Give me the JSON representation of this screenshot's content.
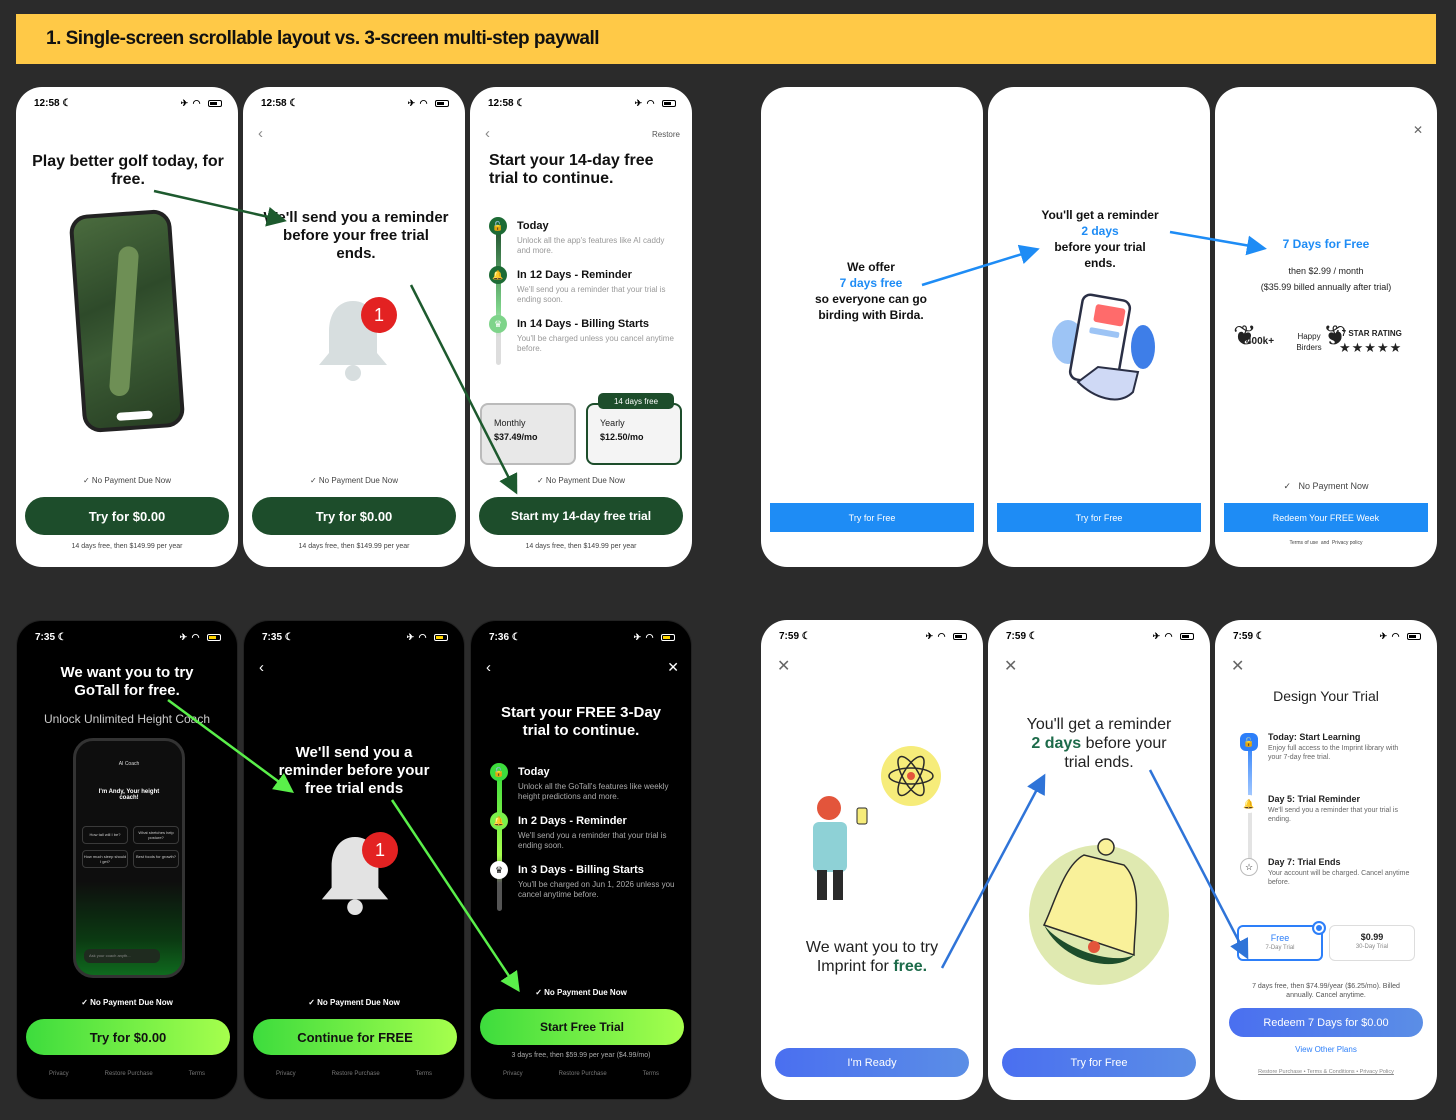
{
  "banner": {
    "title": "1. Single-screen scrollable layout vs. 3-screen multi-step paywall"
  },
  "colors": {
    "golf_green": "#1d4d2b",
    "gotall_green": "#4be34b",
    "birda_blue": "#1e8cf5",
    "imprint_blue": "#4a6ff0",
    "banner": "#ffc947"
  },
  "golf": {
    "time": "12:58",
    "s1": {
      "headline": "Play better golf today, for free.",
      "note": "No Payment Due Now",
      "cta": "Try for $0.00",
      "fine": "14 days free, then $149.99 per year"
    },
    "s2": {
      "headline": "We'll send you a reminder before your free trial ends.",
      "badge": "1",
      "note": "No Payment Due Now",
      "cta": "Try for $0.00",
      "fine": "14 days free, then $149.99 per year"
    },
    "s3": {
      "restore": "Restore",
      "headline": "Start your 14-day free trial to continue.",
      "steps": [
        {
          "title": "Today",
          "desc": "Unlock all the app's features like AI caddy and more."
        },
        {
          "title": "In 12 Days - Reminder",
          "desc": "We'll send you a reminder that your trial is ending soon."
        },
        {
          "title": "In 14 Days - Billing Starts",
          "desc": "You'll be charged unless you cancel anytime before."
        }
      ],
      "monthly_label": "Monthly",
      "monthly_price": "$37.49/mo",
      "yearly_label": "Yearly",
      "yearly_price": "$12.50/mo",
      "yearly_badge": "14 days free",
      "note": "No Payment Due Now",
      "cta": "Start my 14-day free trial",
      "fine": "14 days free, then $149.99 per year"
    }
  },
  "birda": {
    "s1": {
      "line1": "We offer",
      "highlight": "7 days free",
      "line2": "so everyone can go birding with Birda.",
      "cta": "Try for Free"
    },
    "s2": {
      "line1": "You'll get a reminder",
      "highlight": "2 days",
      "line2": "before your trial ends.",
      "cta": "Try for Free"
    },
    "s3": {
      "offer": "7 Days for Free",
      "price": "then $2.99 / month",
      "billed": "($35.99 billed annually after trial)",
      "count": "400k+",
      "count_label": "Happy Birders",
      "rating": "4.7 STAR RATING",
      "stars": "★★★★★",
      "note": "No Payment Now",
      "cta": "Redeem Your FREE Week",
      "terms": "Terms of use",
      "and": "and",
      "privacy": "Privacy policy"
    }
  },
  "gotall": {
    "s1": {
      "time": "7:35",
      "headline": "We want you to try GoTall for free.",
      "sub": "Unlock Unlimited Height Coach",
      "chat_title": "AI Coach",
      "chat_hi": "I'm Andy, Your height coach!",
      "chips": [
        "How tall will I be?",
        "What stretches help posture?",
        "How much sleep should I get?",
        "Best foods for growth?"
      ],
      "chat_input": "Ask your coach anyth...",
      "note": "No Payment Due Now",
      "cta": "Try for $0.00"
    },
    "s2": {
      "time": "7:35",
      "headline": "We'll send you a reminder before your free trial ends",
      "badge": "1",
      "note": "No Payment Due Now",
      "cta": "Continue for FREE"
    },
    "s3": {
      "time": "7:36",
      "headline": "Start your FREE 3-Day trial to continue.",
      "steps": [
        {
          "title": "Today",
          "desc": "Unlock all the GoTall's features like weekly height predictions and more."
        },
        {
          "title": "In 2 Days - Reminder",
          "desc": "We'll send you a reminder that your trial is ending soon."
        },
        {
          "title": "In 3 Days - Billing Starts",
          "desc": "You'll be charged on Jun 1, 2026 unless you cancel anytime before."
        }
      ],
      "note": "No Payment Due Now",
      "cta": "Start Free Trial",
      "fine": "3 days free, then $59.99 per year ($4.99/mo)"
    },
    "footer": {
      "privacy": "Privacy",
      "restore": "Restore Purchase",
      "terms": "Terms"
    }
  },
  "imprint": {
    "time": "7:59",
    "s1": {
      "line1": "We want you to try",
      "line2a": "Imprint for ",
      "line2b": "free.",
      "cta": "I'm Ready"
    },
    "s2": {
      "line1": "You'll get a reminder",
      "highlight": "2 days",
      "line2": "before your",
      "line3": "trial ends.",
      "cta": "Try for Free"
    },
    "s3": {
      "title": "Design Your Trial",
      "steps": [
        {
          "title": "Today: Start Learning",
          "desc": "Enjoy full access to the Imprint library with your 7-day free trial."
        },
        {
          "title": "Day 5: Trial Reminder",
          "desc": "We'll send you a reminder that your trial is ending."
        },
        {
          "title": "Day 7: Trial Ends",
          "desc": "Your account will be charged. Cancel anytime before."
        }
      ],
      "opt1_price": "Free",
      "opt1_sub": "7-Day Trial",
      "opt2_price": "$0.99",
      "opt2_sub": "30-Day Trial",
      "fine": "7 days free, then $74.99/year ($6.25/mo). Billed annually. Cancel anytime.",
      "cta": "Redeem 7 Days for $0.00",
      "other": "View Other Plans",
      "links": "Restore Purchase • Terms & Conditions • Privacy Policy"
    }
  }
}
